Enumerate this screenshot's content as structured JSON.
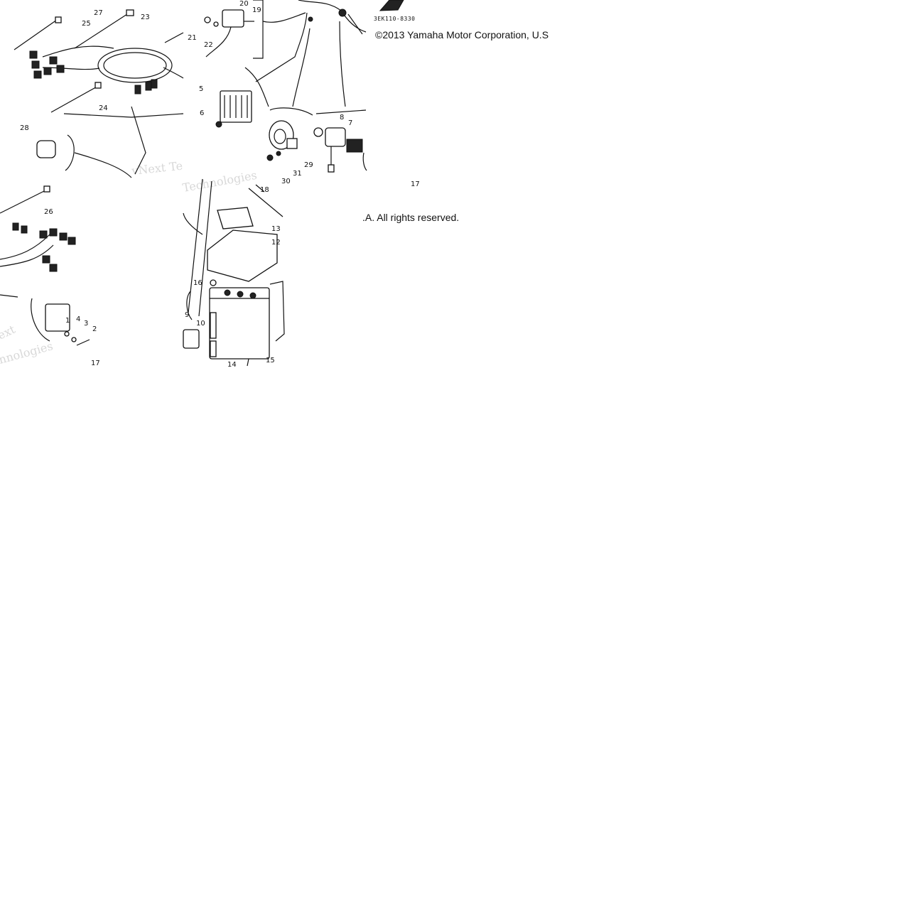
{
  "diagram_code": "3EK110-8330",
  "copyright_top": "©2013 Yamaha Motor Corporation, U.S",
  "copyright_bottom": ".A. All rights reserved.",
  "watermark_texts": [
    "vNext Te",
    "Technologies",
    "nnologies",
    "ext"
  ],
  "callouts": [
    "1",
    "2",
    "3",
    "4",
    "5",
    "6",
    "7",
    "8",
    "9",
    "10",
    "12",
    "13",
    "14",
    "15",
    "16",
    "17",
    "17",
    "18",
    "19",
    "20",
    "21",
    "22",
    "23",
    "24",
    "25",
    "26",
    "27",
    "28",
    "29",
    "30",
    "31"
  ]
}
